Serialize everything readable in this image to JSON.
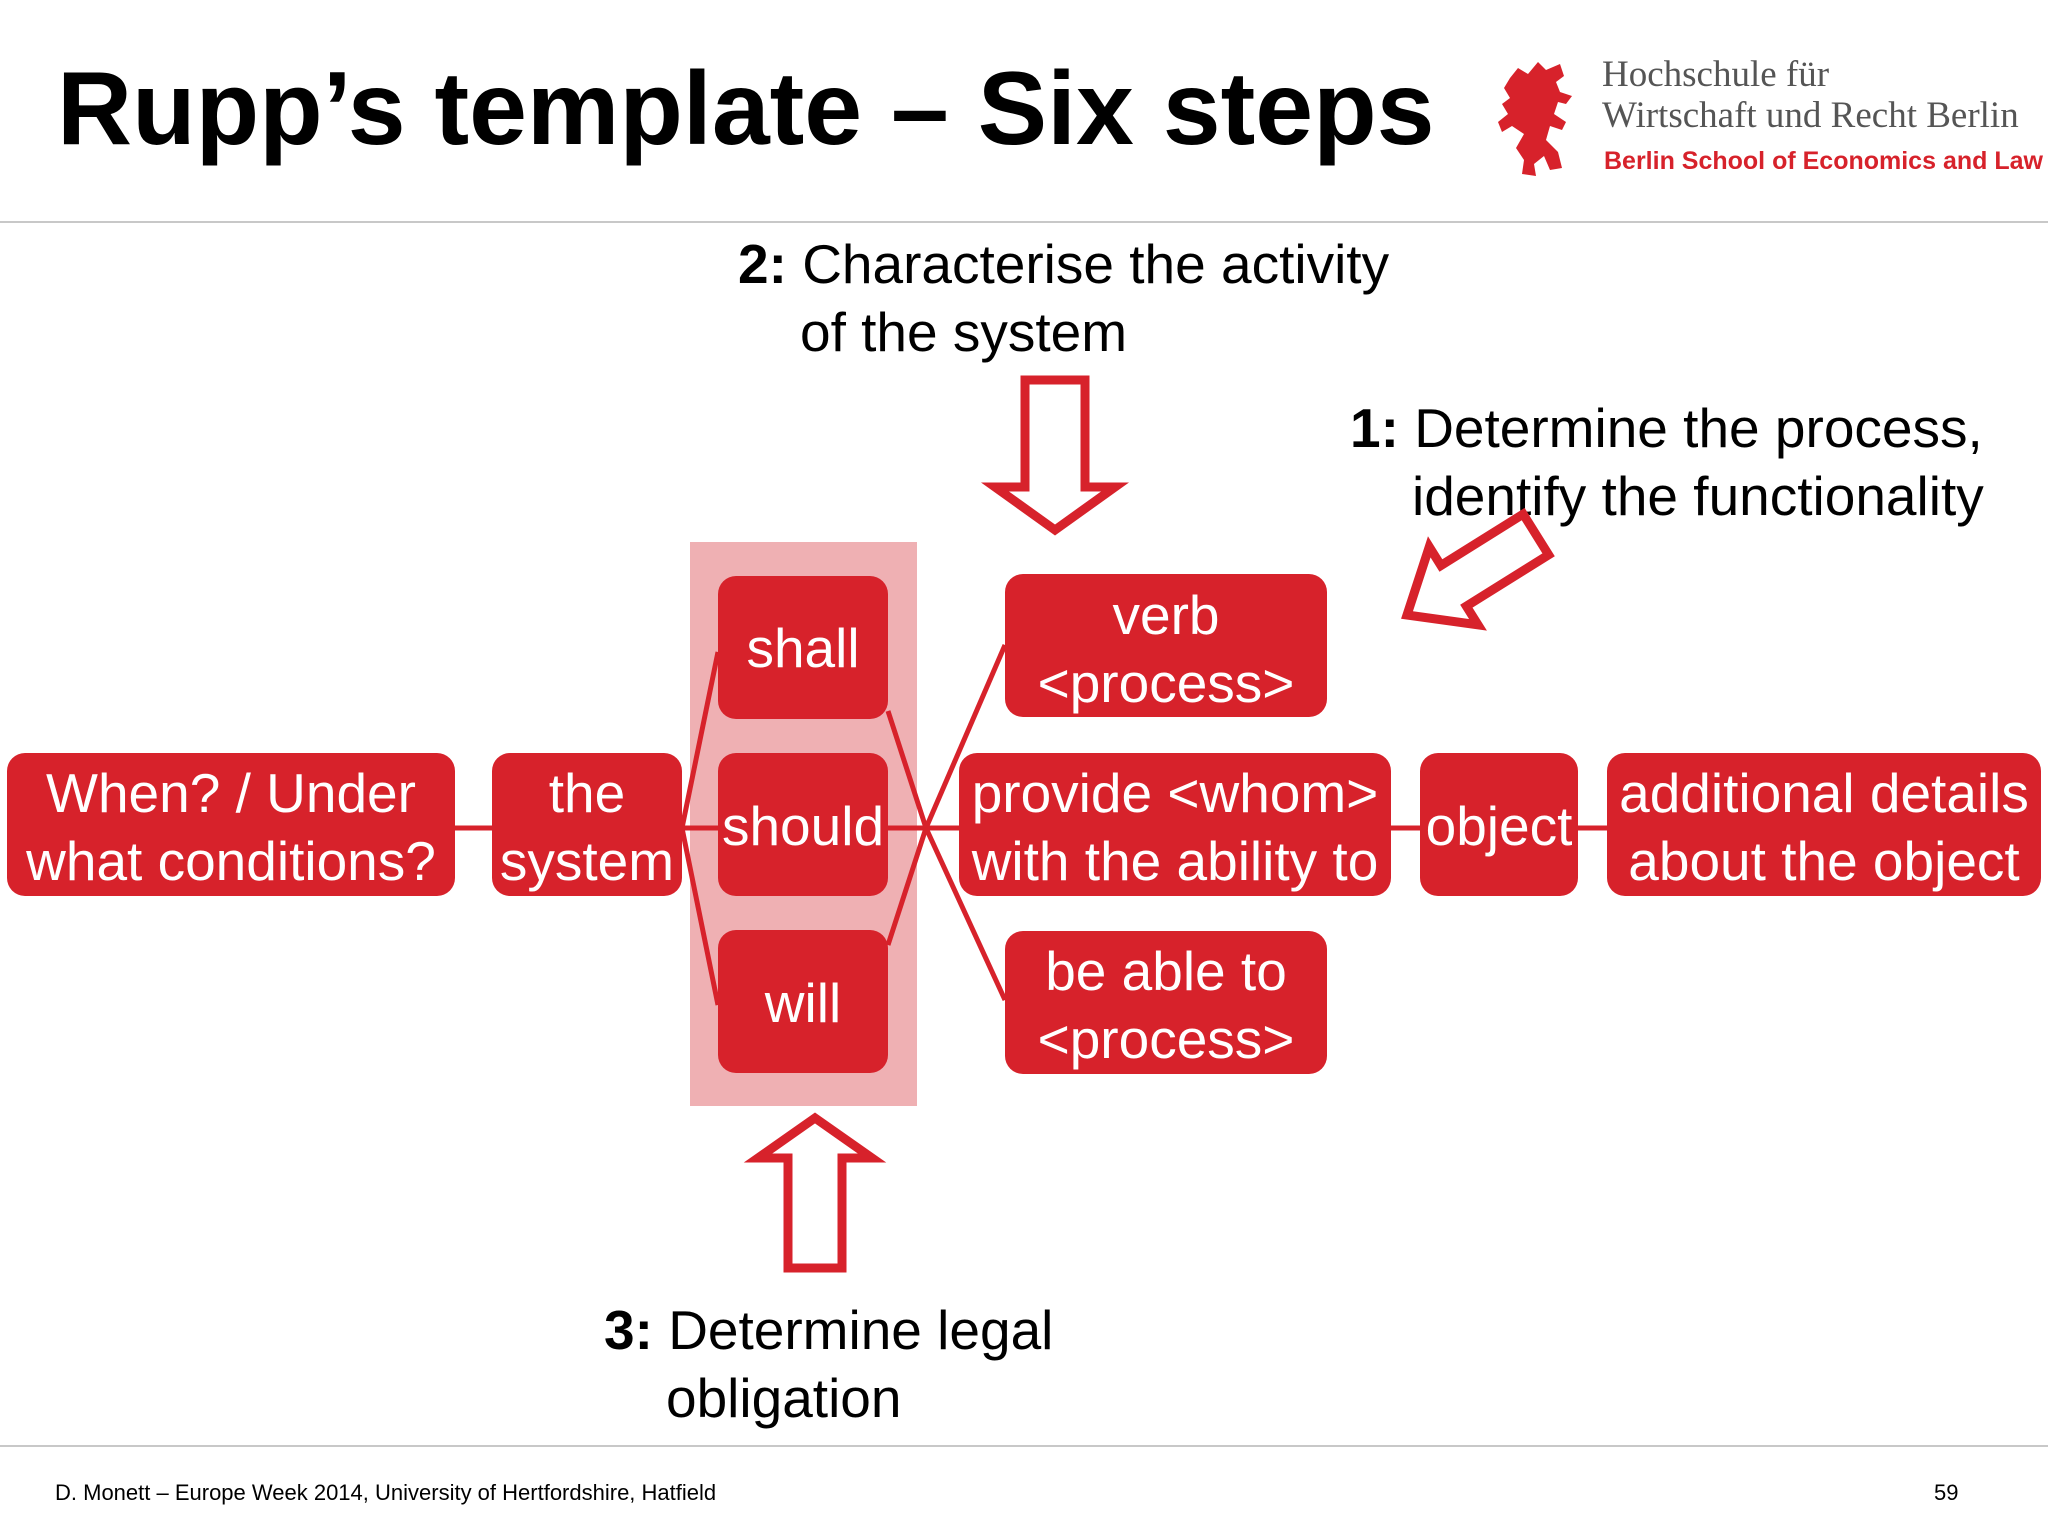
{
  "slide": {
    "title": "Rupp’s template – Six steps",
    "page_number": "59",
    "footer": "D. Monett – Europe Week 2014, University of Hertfordshire, Hatfield"
  },
  "logo": {
    "line1": "Hochschule für",
    "line2": "Wirtschaft und Recht Berlin",
    "line3": "Berlin School of Economics and Law"
  },
  "steps": {
    "step1": {
      "number": "1:",
      "line1": "Determine the process,",
      "line2": "identify the functionality"
    },
    "step2": {
      "number": "2:",
      "line1": "Characterise the activity",
      "line2": "of the system"
    },
    "step3": {
      "number": "3:",
      "line1": "Determine legal",
      "line2": "obligation"
    }
  },
  "boxes": {
    "when": {
      "line1": "When? / Under",
      "line2": "what conditions?"
    },
    "system": {
      "line1": "the",
      "line2": "system"
    },
    "shall": "shall",
    "should": "should",
    "will": "will",
    "verb": {
      "line1": "verb",
      "line2": "<process>"
    },
    "provide": {
      "line1": "provide <whom>",
      "line2": "with the ability to"
    },
    "able": {
      "line1": "be able to",
      "line2": "<process>"
    },
    "object": "object",
    "details": {
      "line1": "additional details",
      "line2": "about the object"
    }
  },
  "colors": {
    "box_red": "#d7222b",
    "modal_highlight": "#efb0b3",
    "arrow_red": "#d7222b"
  }
}
